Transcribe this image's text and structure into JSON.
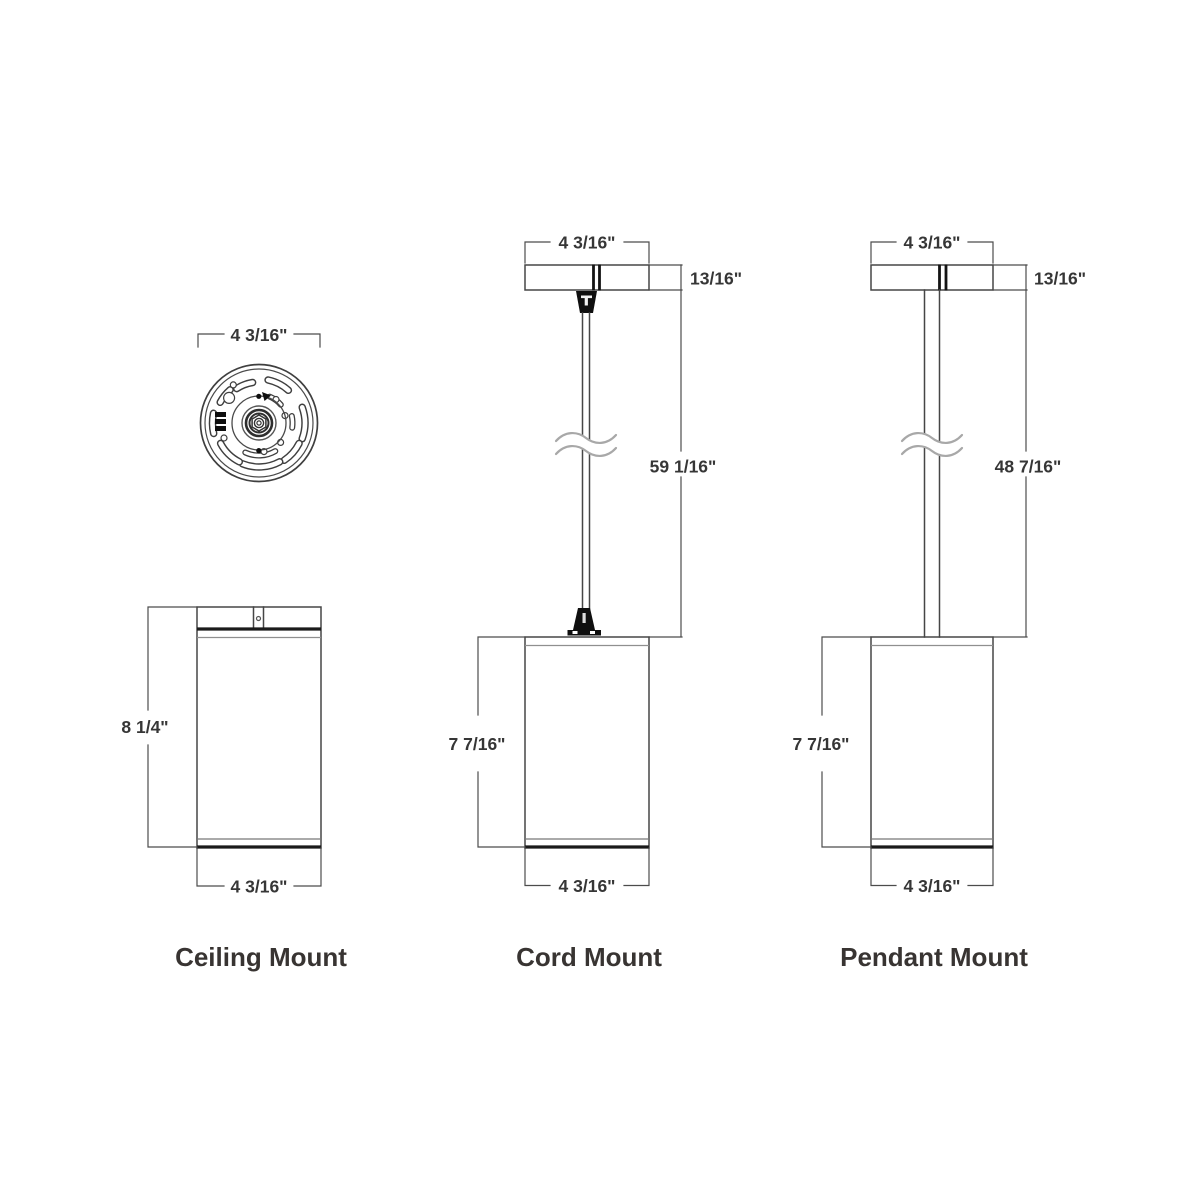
{
  "page": {
    "background": "#ffffff",
    "line_color": "#464646",
    "accent_dark": "#1b1b1b",
    "text_color": "#363636"
  },
  "views": {
    "ceiling": {
      "label": "Ceiling Mount",
      "top_diameter": "4 3/16\"",
      "side_height": "8 1/4\"",
      "side_width": "4 3/16\""
    },
    "cord": {
      "label": "Cord Mount",
      "canopy_width": "4 3/16\"",
      "canopy_height": "13/16\"",
      "suspension_length": "59 1/16\"",
      "body_height": "7 7/16\"",
      "body_width": "4 3/16\""
    },
    "pendant": {
      "label": "Pendant Mount",
      "canopy_width": "4 3/16\"",
      "canopy_height": "13/16\"",
      "suspension_length": "48 7/16\"",
      "body_height": "7 7/16\"",
      "body_width": "4 3/16\""
    }
  }
}
